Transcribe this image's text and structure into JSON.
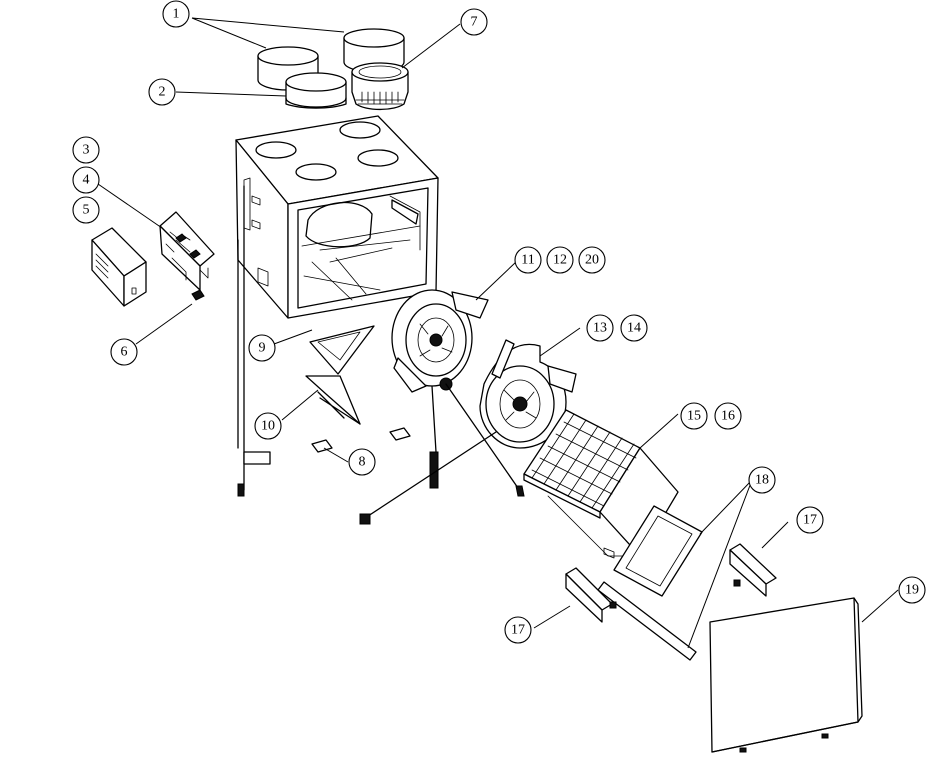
{
  "callouts": {
    "c1": "1",
    "c2": "2",
    "c3": "3",
    "c4": "4",
    "c5": "5",
    "c6": "6",
    "c7": "7",
    "c8": "8",
    "c9": "9",
    "c10": "10",
    "c11": "11",
    "c12": "12",
    "c20": "20",
    "c13": "13",
    "c14": "14",
    "c15": "15",
    "c16": "16",
    "c17a": "17",
    "c17b": "17",
    "c18": "18",
    "c19": "19"
  }
}
